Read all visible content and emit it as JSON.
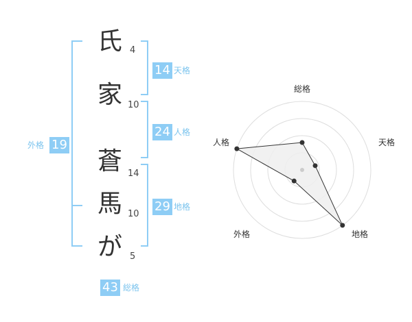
{
  "name": {
    "chars": [
      {
        "char": "氏",
        "strokes": "4"
      },
      {
        "char": "家",
        "strokes": "10"
      },
      {
        "char": "蒼",
        "strokes": "14"
      },
      {
        "char": "馬",
        "strokes": "10"
      },
      {
        "char": "が",
        "strokes": "5"
      }
    ]
  },
  "fortune": {
    "tenkaku": {
      "label": "天格",
      "value": "14"
    },
    "jinkaku": {
      "label": "人格",
      "value": "24"
    },
    "chikaku": {
      "label": "地格",
      "value": "29"
    },
    "gaikaku": {
      "label": "外格",
      "value": "19"
    },
    "soukaku": {
      "label": "総格",
      "value": "43"
    }
  },
  "colors": {
    "accent": "#8ecdf5",
    "accent_text": "#7cc4ee",
    "radar_fill": "#eeeeee",
    "radar_line": "#333333",
    "grid": "#dddddd"
  },
  "chart_data": {
    "type": "radar",
    "axes": [
      "総格",
      "天格",
      "地格",
      "外格",
      "人格"
    ],
    "values": [
      2,
      1,
      5,
      1,
      5
    ],
    "rlim": [
      0,
      5
    ],
    "rings": 4
  }
}
